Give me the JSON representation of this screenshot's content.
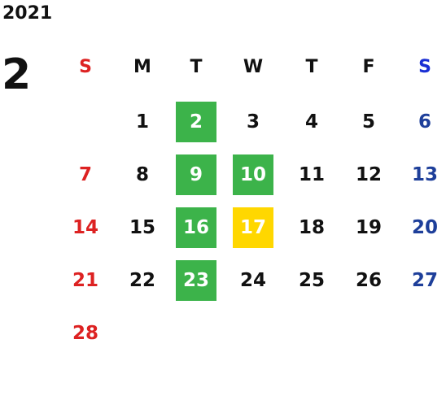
{
  "calendar": {
    "year": "2021",
    "month": "2",
    "weekdays": [
      "S",
      "M",
      "T",
      "W",
      "T",
      "F",
      "S"
    ],
    "weeks": [
      [
        "",
        "1",
        "2",
        "3",
        "4",
        "5",
        "6"
      ],
      [
        "7",
        "8",
        "9",
        "10",
        "11",
        "12",
        "13"
      ],
      [
        "14",
        "15",
        "16",
        "17",
        "18",
        "19",
        "20"
      ],
      [
        "21",
        "22",
        "23",
        "24",
        "25",
        "26",
        "27"
      ],
      [
        "28",
        "",
        "",
        "",
        "",
        "",
        ""
      ]
    ],
    "highlighted_green": [
      "2",
      "9",
      "10",
      "16",
      "23"
    ],
    "highlighted_yellow": [
      "17"
    ],
    "colors": {
      "sunday": "#dd2222",
      "saturday": "#1e3f9a",
      "highlight_green": "#3cb34a",
      "highlight_yellow": "#ffd700"
    }
  }
}
